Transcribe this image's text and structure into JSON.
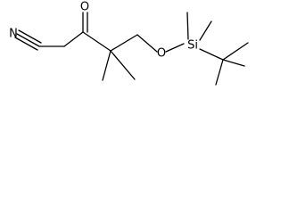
{
  "molecule": {
    "atoms": {
      "nitrogen": "N",
      "oxygen_keto": "O",
      "oxygen_ether": "O",
      "silicon": "Si"
    }
  }
}
